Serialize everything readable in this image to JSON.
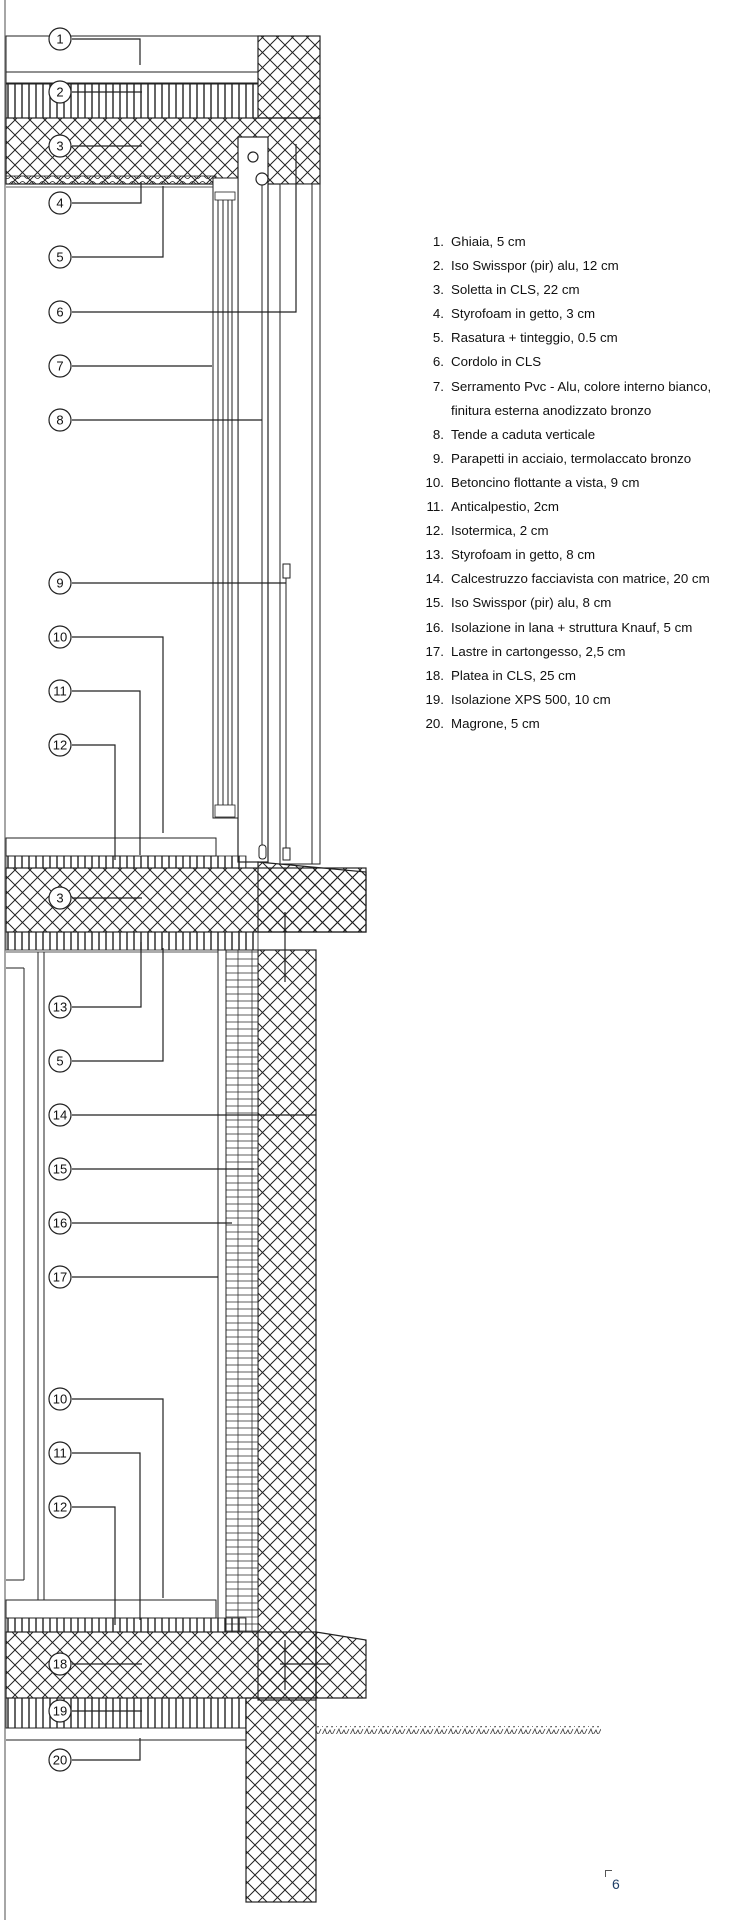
{
  "callouts": [
    {
      "id": "1"
    },
    {
      "id": "2"
    },
    {
      "id": "3"
    },
    {
      "id": "4"
    },
    {
      "id": "5"
    },
    {
      "id": "6"
    },
    {
      "id": "7"
    },
    {
      "id": "8"
    },
    {
      "id": "9"
    },
    {
      "id": "10"
    },
    {
      "id": "11"
    },
    {
      "id": "12"
    },
    {
      "id": "3"
    },
    {
      "id": "13"
    },
    {
      "id": "5"
    },
    {
      "id": "14"
    },
    {
      "id": "15"
    },
    {
      "id": "16"
    },
    {
      "id": "17"
    },
    {
      "id": "10"
    },
    {
      "id": "11"
    },
    {
      "id": "12"
    },
    {
      "id": "18"
    },
    {
      "id": "19"
    },
    {
      "id": "20"
    }
  ],
  "legend": [
    {
      "num": "1.",
      "text": "Ghiaia, 5 cm"
    },
    {
      "num": "2.",
      "text": "Iso Swisspor (pir) alu, 12 cm"
    },
    {
      "num": "3.",
      "text": "Soletta in CLS, 22 cm"
    },
    {
      "num": "4.",
      "text": "Styrofoam in getto, 3 cm"
    },
    {
      "num": "5.",
      "text": "Rasatura + tinteggio, 0.5 cm"
    },
    {
      "num": "6.",
      "text": "Cordolo in CLS"
    },
    {
      "num": "7.",
      "text": "Serramento Pvc - Alu, colore interno bianco, finitura esterna anodizzato bronzo"
    },
    {
      "num": "8.",
      "text": "Tende a caduta verticale"
    },
    {
      "num": "9.",
      "text": "Parapetti in acciaio, termolaccato bronzo"
    },
    {
      "num": "10.",
      "text": "Betoncino flottante a vista, 9 cm"
    },
    {
      "num": "11.",
      "text": "Anticalpestio, 2cm"
    },
    {
      "num": "12.",
      "text": "Isotermica, 2 cm"
    },
    {
      "num": "13.",
      "text": "Styrofoam in getto, 8 cm"
    },
    {
      "num": "14.",
      "text": "Calcestruzzo facciavista con matrice, 20 cm"
    },
    {
      "num": "15.",
      "text": "Iso Swisspor (pir) alu, 8 cm"
    },
    {
      "num": "16.",
      "text": "Isolazione in lana + struttura Knauf, 5 cm"
    },
    {
      "num": "17.",
      "text": "Lastre in cartongesso, 2,5 cm"
    },
    {
      "num": "18.",
      "text": "Platea in CLS, 25 cm"
    },
    {
      "num": "19.",
      "text": "Isolazione XPS 500, 10 cm"
    },
    {
      "num": "20.",
      "text": "Magrone, 5 cm"
    }
  ],
  "page_number": "6"
}
